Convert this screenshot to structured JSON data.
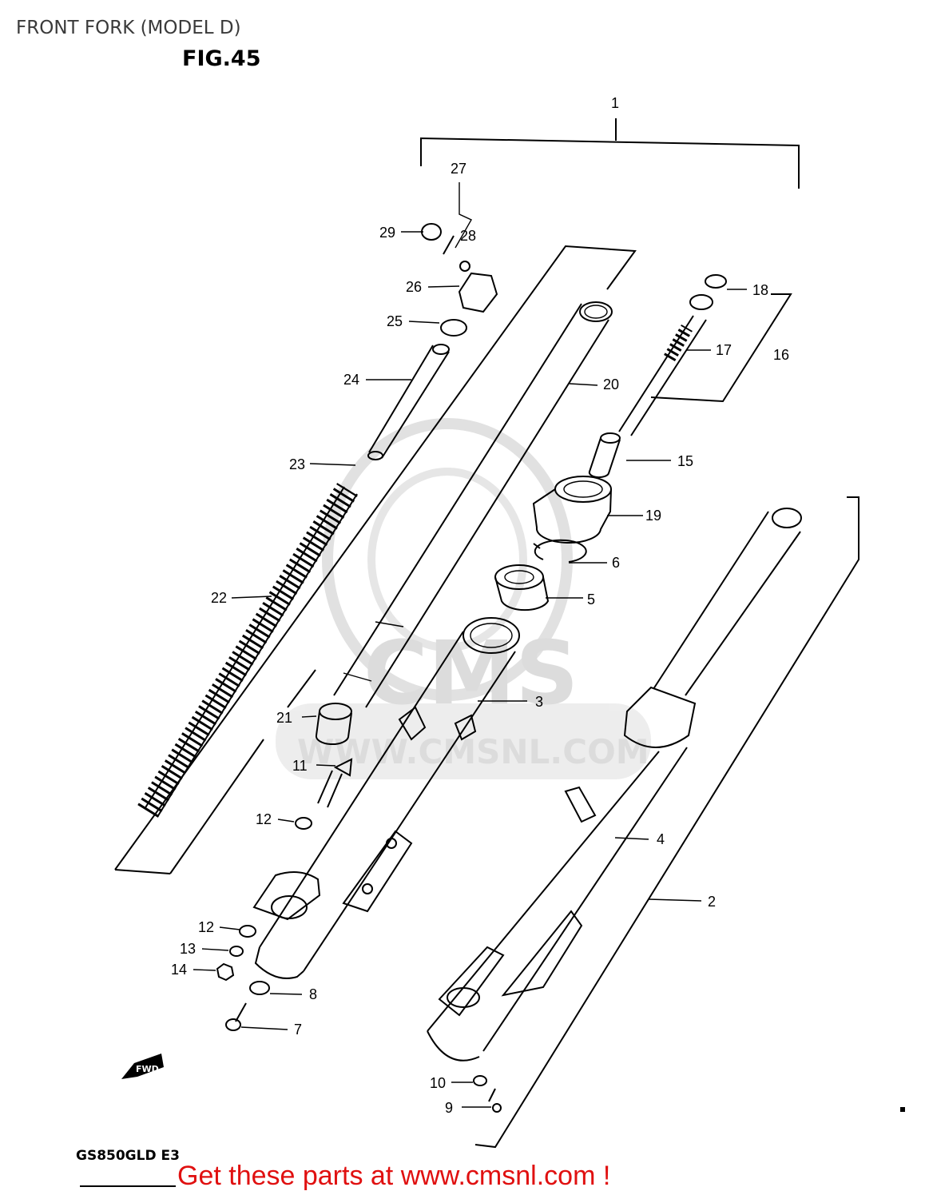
{
  "header": {
    "title": "FRONT FORK (MODEL D)",
    "figure": "FIG.45"
  },
  "diagram": {
    "parts": [
      {
        "id": "1",
        "label": "1"
      },
      {
        "id": "2",
        "label": "2"
      },
      {
        "id": "3",
        "label": "3"
      },
      {
        "id": "4",
        "label": "4"
      },
      {
        "id": "5",
        "label": "5"
      },
      {
        "id": "6",
        "label": "6"
      },
      {
        "id": "7",
        "label": "7"
      },
      {
        "id": "8",
        "label": "8"
      },
      {
        "id": "9",
        "label": "9"
      },
      {
        "id": "10",
        "label": "10"
      },
      {
        "id": "11",
        "label": "11"
      },
      {
        "id": "12a",
        "label": "12"
      },
      {
        "id": "12b",
        "label": "12"
      },
      {
        "id": "13",
        "label": "13"
      },
      {
        "id": "14",
        "label": "14"
      },
      {
        "id": "15",
        "label": "15"
      },
      {
        "id": "16",
        "label": "16"
      },
      {
        "id": "17",
        "label": "17"
      },
      {
        "id": "18",
        "label": "18"
      },
      {
        "id": "19",
        "label": "19"
      },
      {
        "id": "20",
        "label": "20"
      },
      {
        "id": "21",
        "label": "21"
      },
      {
        "id": "22",
        "label": "22"
      },
      {
        "id": "23",
        "label": "23"
      },
      {
        "id": "24",
        "label": "24"
      },
      {
        "id": "25",
        "label": "25"
      },
      {
        "id": "26",
        "label": "26"
      },
      {
        "id": "27",
        "label": "27"
      },
      {
        "id": "28",
        "label": "28"
      },
      {
        "id": "29",
        "label": "29"
      }
    ],
    "fwd_arrow": "FWD",
    "watermark": {
      "logo": "CMS",
      "url": "WWW.CMSNL.COM"
    }
  },
  "footer": {
    "model_code": "GS850GLD E3",
    "link_text": "Get these parts at www.cmsnl.com !"
  },
  "colors": {
    "link": "#e01010",
    "watermark": "#d9d9d9",
    "line": "#000000"
  }
}
